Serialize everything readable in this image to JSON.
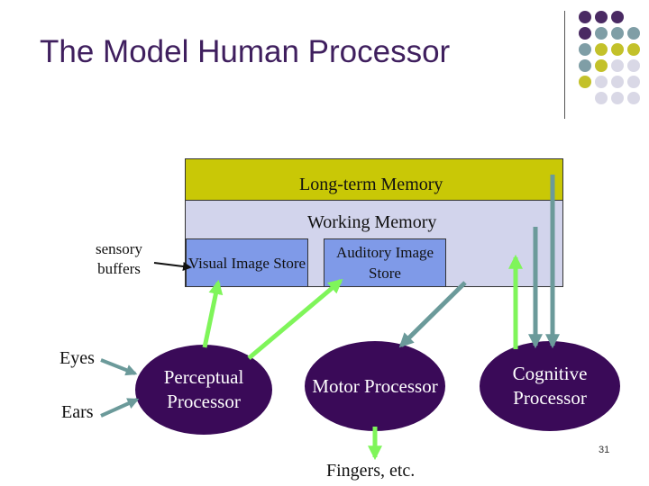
{
  "slide": {
    "title": "The Model Human Processor",
    "page_number": "31"
  },
  "memory": {
    "long_term": "Long-term Memory",
    "working": "Working Memory",
    "visual_store": "Visual Image Store",
    "auditory_store": "Auditory Image Store"
  },
  "labels": {
    "sensory_buffers": "sensory buffers",
    "eyes": "Eyes",
    "ears": "Ears",
    "fingers": "Fingers, etc."
  },
  "processors": {
    "perceptual": "Perceptual Processor",
    "motor": "Motor Processor",
    "cognitive": "Cognitive Processor"
  },
  "colors": {
    "title": "#3f1f5e",
    "long_term_fill": "#c9c806",
    "working_fill": "#d2d4ec",
    "store_fill": "#7f9ae8",
    "processor_fill": "#3a0a58",
    "arrow_green": "#7ff55a",
    "arrow_teal": "#6b9a9a"
  },
  "decor_dot_colors": [
    [
      "#4a2a63",
      "#4a2a63",
      "#4a2a63",
      null
    ],
    [
      "#4a2a63",
      "#7f9ea6",
      "#7f9ea6",
      "#7f9ea6"
    ],
    [
      "#7f9ea6",
      "#c3c12a",
      "#c3c12a",
      "#c3c12a"
    ],
    [
      "#7f9ea6",
      "#c3c12a",
      "#d9d8e6",
      "#d9d8e6"
    ],
    [
      "#c3c12a",
      "#d9d8e6",
      "#d9d8e6",
      "#d9d8e6"
    ],
    [
      null,
      "#d9d8e6",
      "#d9d8e6",
      "#d9d8e6"
    ]
  ]
}
